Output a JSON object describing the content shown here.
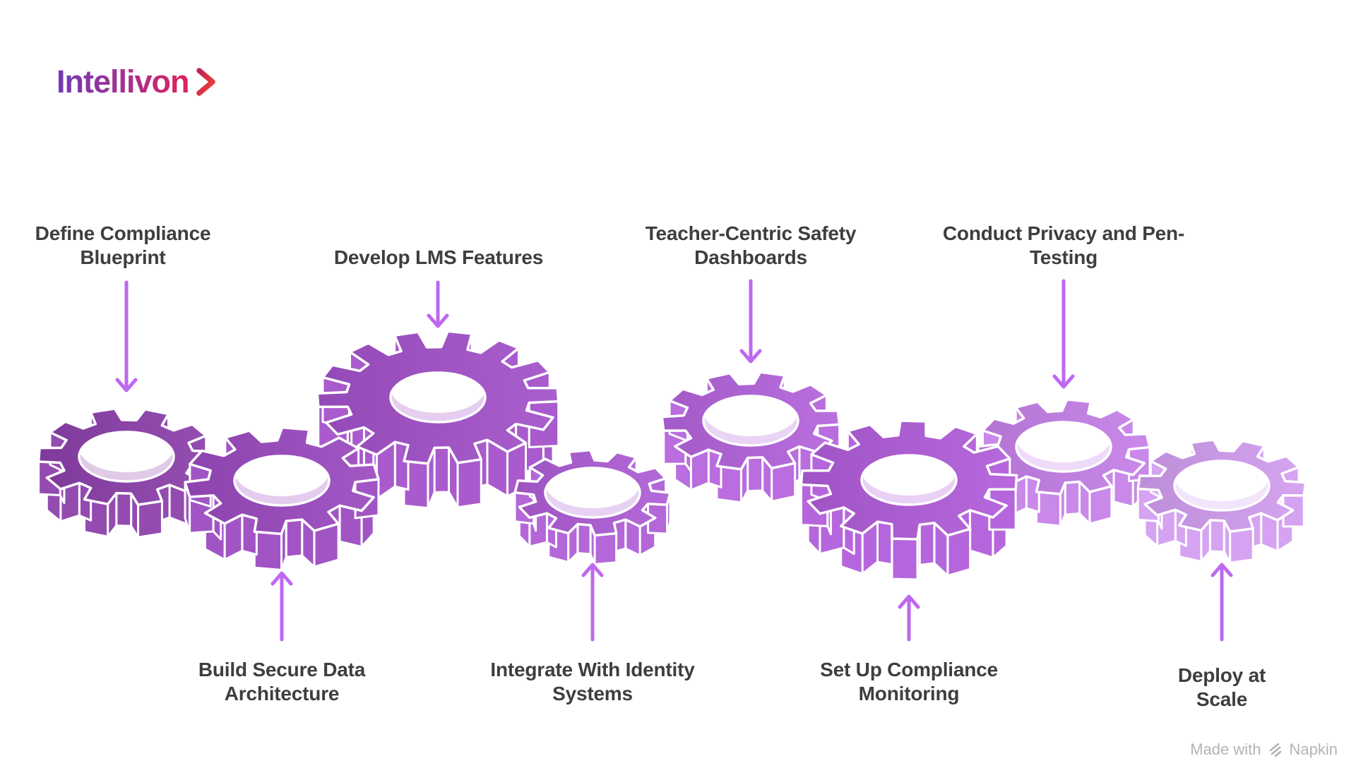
{
  "background": "#ffffff",
  "text_color": "#3e3e3e",
  "arrow_color": "#be68ef",
  "outline_color": "#ffffff",
  "logo": {
    "text": "Intellivon",
    "gradient_from": "#6f3bb8",
    "gradient_mid": "#a82f8e",
    "gradient_to": "#e02458",
    "chevron_from": "#c22552",
    "chevron_to": "#ee4136"
  },
  "steps": [
    {
      "label_lines": [
        "Define Compliance",
        "Blueprint"
      ],
      "label_position": "above",
      "gear_color": "#8c40ab"
    },
    {
      "label_lines": [
        "Build Secure Data",
        "Architecture"
      ],
      "label_position": "below",
      "gear_color": "#9b4ac0"
    },
    {
      "label_lines": [
        "Develop LMS Features"
      ],
      "label_position": "above",
      "gear_color": "#a351ca"
    },
    {
      "label_lines": [
        "Integrate With Identity",
        "Systems"
      ],
      "label_position": "below",
      "gear_color": "#ae5dd6"
    },
    {
      "label_lines": [
        "Teacher-Centric Safety",
        "Dashboards"
      ],
      "label_position": "above",
      "gear_color": "#b464dc"
    },
    {
      "label_lines": [
        "Set Up Compliance",
        "Monitoring"
      ],
      "label_position": "below",
      "gear_color": "#b15cda"
    },
    {
      "label_lines": [
        "Conduct Privacy and Pen-",
        "Testing"
      ],
      "label_position": "above",
      "gear_color": "#c680e9"
    },
    {
      "label_lines": [
        "Deploy at Scale"
      ],
      "label_position": "below",
      "gear_color": "#d29df0"
    }
  ],
  "watermark": {
    "prefix": "Made with",
    "brand": "Napkin",
    "color": "#b4b4b4"
  }
}
